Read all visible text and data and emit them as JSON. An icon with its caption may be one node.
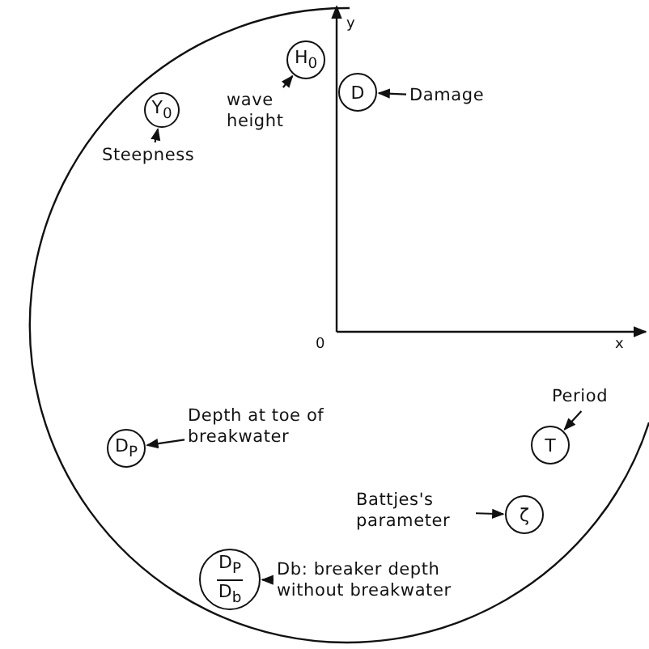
{
  "diagram": {
    "nodes": [
      {
        "text": [
          "Y$_{0}$"
        ]
      },
      {
        "text": [
          "Steepness"
        ]
      },
      {
        "text": [
          "H$_{0}$"
        ]
      },
      {
        "text": [
          "wave height"
        ]
      },
      {
        "text": [
          "D"
        ]
      },
      {
        "text": [
          "Damage"
        ]
      },
      {
        "text": [
          "Period"
        ]
      },
      {
        "text": [
          "D$_{P}$"
        ]
      },
      {
        "text": [
          "Depth at toe of breakwater"
        ]
      },
      {
        "text": [
          "T"
        ]
      },
      {
        "text": [
          "Battjes's parameter"
        ]
      },
      {
        "text": [
          "ζ"
        ]
      },
      {
        "text": [
          "D$_{P}$",
          "D$_{b}$"
        ]
      },
      {
        "text": [
          "Db: breaker depth without breakwater"
        ]
      }
    ],
    "edges": [
      {
        "from": 1,
        "to": 0,
        "arrow": "to"
      },
      {
        "from": 3,
        "to": 2,
        "arrow": "to"
      },
      {
        "from": 5,
        "to": 4,
        "arrow": "to"
      },
      {
        "from": 8,
        "to": 7,
        "arrow": "to"
      },
      {
        "from": 6,
        "to": 9,
        "arrow": "to"
      },
      {
        "from": 10,
        "to": 11,
        "arrow": "to"
      },
      {
        "from": 13,
        "to": 12,
        "arrow": "to"
      }
    ],
    "labels": [
      "y",
      "0",
      "x"
    ]
  }
}
